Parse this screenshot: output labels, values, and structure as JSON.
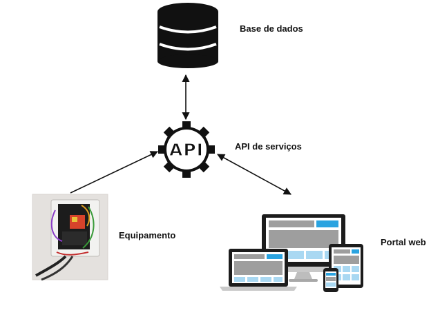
{
  "nodes": {
    "database": {
      "label": "Base de dados",
      "icon": "database-icon"
    },
    "api": {
      "label": "API de serviços",
      "icon_text": "API",
      "icon": "api-gear-icon"
    },
    "equipment": {
      "label": "Equipamento",
      "icon": "equipment-photo"
    },
    "web": {
      "label": "Portal web",
      "icon": "responsive-devices-icon"
    }
  },
  "edges": [
    {
      "from": "database",
      "to": "api",
      "direction": "both"
    },
    {
      "from": "equipment",
      "to": "api",
      "direction": "forward"
    },
    {
      "from": "api",
      "to": "web",
      "direction": "both"
    }
  ],
  "colors": {
    "icon": "#111111",
    "screen_gray": "#9e9e9e",
    "screen_blue": "#2aa3e0",
    "screen_light_blue": "#a9d8f2",
    "device_silver": "#c9c9c9"
  }
}
